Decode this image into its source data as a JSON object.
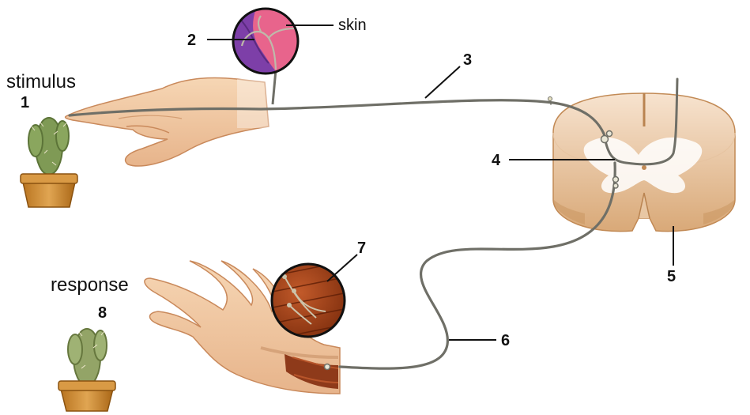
{
  "labels": {
    "stimulus": "stimulus",
    "response": "response",
    "skin": "skin",
    "n1": "1",
    "n2": "2",
    "n3": "3",
    "n4": "4",
    "n5": "5",
    "n6": "6",
    "n7": "7",
    "n8": "8"
  },
  "colors": {
    "skin_tone": "#f2c9a0",
    "nerve": "#6f6f67",
    "spinal_cord": "#f4dcc4",
    "grey_matter": "#ffffff",
    "skin_inset": "#e8648c",
    "muscle_inset": "#9a3b16",
    "cactus": "#7f9a55",
    "pot": "#c98a32"
  }
}
